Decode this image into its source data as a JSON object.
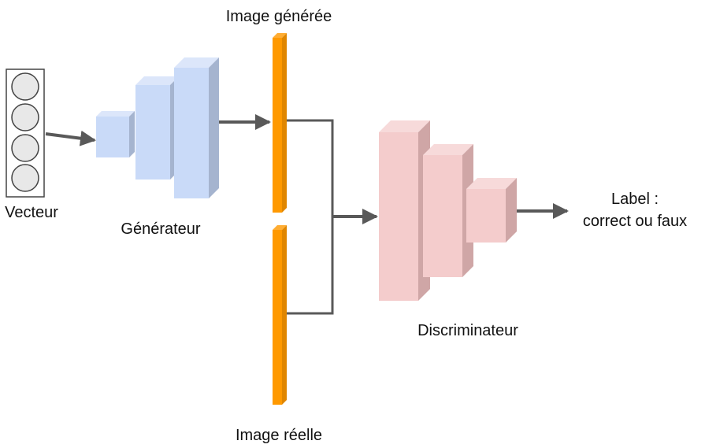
{
  "labels": {
    "vector": "Vecteur",
    "generator": "Générateur",
    "generated_image": "Image générée",
    "real_image": "Image réelle",
    "discriminator": "Discriminateur",
    "output_line1": "Label :",
    "output_line2": "correct ou faux"
  },
  "colors": {
    "generator_front": "#c9daf8",
    "generator_top": "#dce6fa",
    "generator_side": "#a5b4cf",
    "discriminator_front": "#f4cccc",
    "discriminator_top": "#f7dada",
    "discriminator_side": "#cfa6a6",
    "image_bar": "#ff9900",
    "image_bar_shade": "#e08600",
    "arrow": "#595959",
    "vector_circle": "#e8e8e8"
  },
  "diagram": {
    "vector_nodes": 4,
    "generator_blocks": 3,
    "discriminator_blocks": 3
  }
}
